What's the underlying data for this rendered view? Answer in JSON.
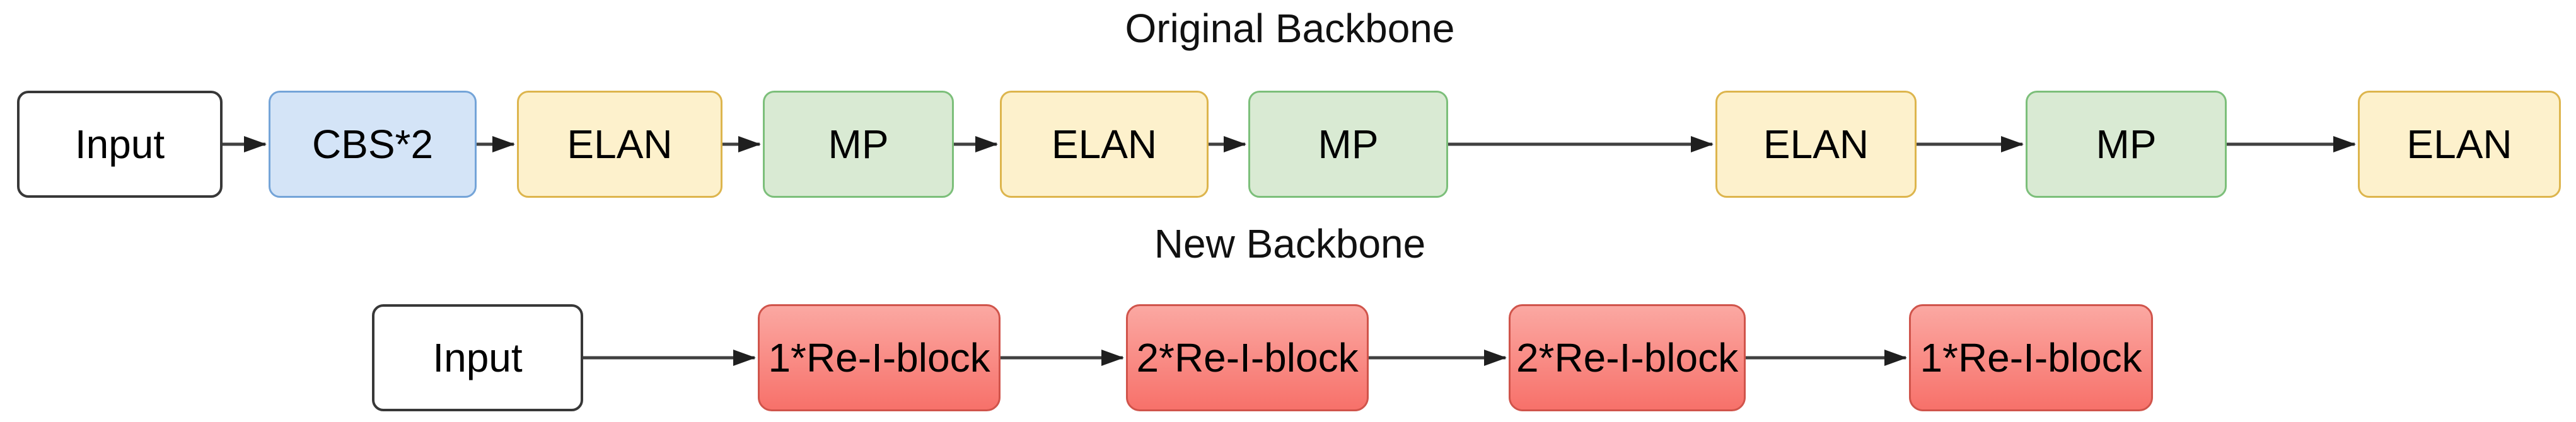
{
  "diagram": {
    "original": {
      "title": "Original Backbone",
      "nodes": [
        {
          "label": "Input",
          "type": "input"
        },
        {
          "label": "CBS*2",
          "type": "cbs"
        },
        {
          "label": "ELAN",
          "type": "elan"
        },
        {
          "label": "MP",
          "type": "mp"
        },
        {
          "label": "ELAN",
          "type": "elan"
        },
        {
          "label": "MP",
          "type": "mp"
        },
        {
          "label": "ELAN",
          "type": "elan"
        },
        {
          "label": "MP",
          "type": "mp"
        },
        {
          "label": "ELAN",
          "type": "elan"
        }
      ]
    },
    "new": {
      "title": "New Backbone",
      "nodes": [
        {
          "label": "Input",
          "type": "input"
        },
        {
          "label": "1*Re-I-block",
          "type": "reblock"
        },
        {
          "label": "2*Re-I-block",
          "type": "reblock"
        },
        {
          "label": "2*Re-I-block",
          "type": "reblock"
        },
        {
          "label": "1*Re-I-block",
          "type": "reblock"
        }
      ]
    },
    "colors": {
      "input_stroke": "#383838",
      "cbs_fill": "#d4e4f7",
      "cbs_stroke": "#74a4d8",
      "elan_fill": "#fdf1cc",
      "elan_stroke": "#ddb54d",
      "mp_fill": "#d9ead3",
      "mp_stroke": "#7cbf7a",
      "reblock_fill_top": "#fba8a2",
      "reblock_fill_bottom": "#f7716a",
      "reblock_stroke": "#d0544b",
      "arrow_stroke": "#404040",
      "arrowhead_fill": "#1f1f1f"
    }
  }
}
